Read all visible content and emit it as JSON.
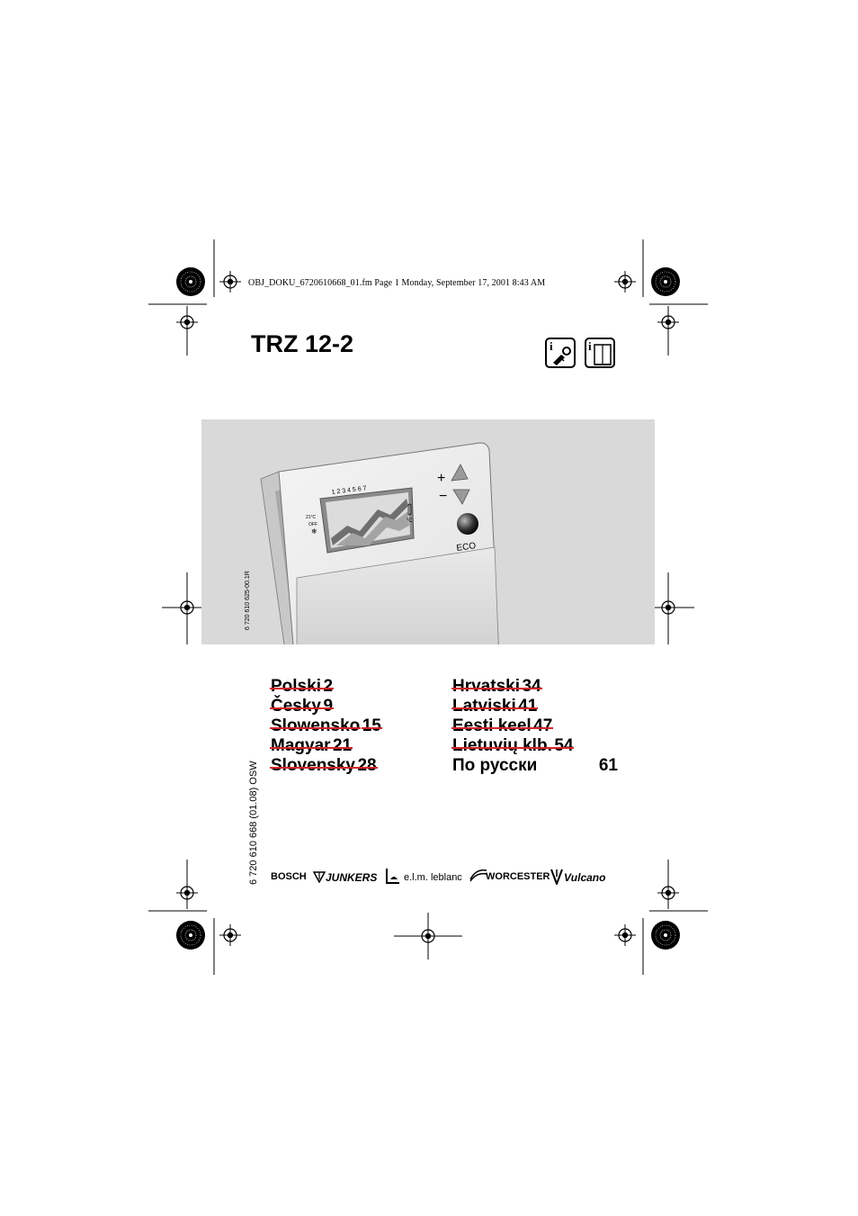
{
  "header_line": "OBJ_DOKU_6720610668_01.fm  Page 1  Monday, September 17, 2001  8:43 AM",
  "title": "TRZ 12-2",
  "info_icons": [
    "installation-info-icon",
    "user-manual-info-icon"
  ],
  "device": {
    "days": "1 2 3 4 5 6 7",
    "temp_label": "21°C",
    "off_label": "OFF",
    "unit_label": "°C",
    "plus": "+",
    "minus": "−",
    "eco_label": "ECO",
    "side_code": "6 720 610 625-00.1R"
  },
  "languages_left": [
    {
      "name": "Polski",
      "page": "2"
    },
    {
      "name": "Česky",
      "page": "9"
    },
    {
      "name": "Slowensko",
      "page": "15"
    },
    {
      "name": "Magyar",
      "page": "21"
    },
    {
      "name": "Slovensky",
      "page": "28"
    }
  ],
  "languages_right": [
    {
      "name": "Hrvatski",
      "page": "34"
    },
    {
      "name": "Latviski",
      "page": "41"
    },
    {
      "name": "Eesti keel",
      "page": "47"
    },
    {
      "name": "Lietuvių klb.",
      "page": "54"
    },
    {
      "name": "По русски",
      "page": "61"
    }
  ],
  "doc_code": "6 720 610 668 (01.08) OSW",
  "brands": [
    "BOSCH",
    "JUNKERS",
    "e.l.m. leblanc",
    "WORCESTER",
    "Vulcano"
  ],
  "colors": {
    "strike": "#d4252a",
    "panel": "#d9d9d9"
  }
}
